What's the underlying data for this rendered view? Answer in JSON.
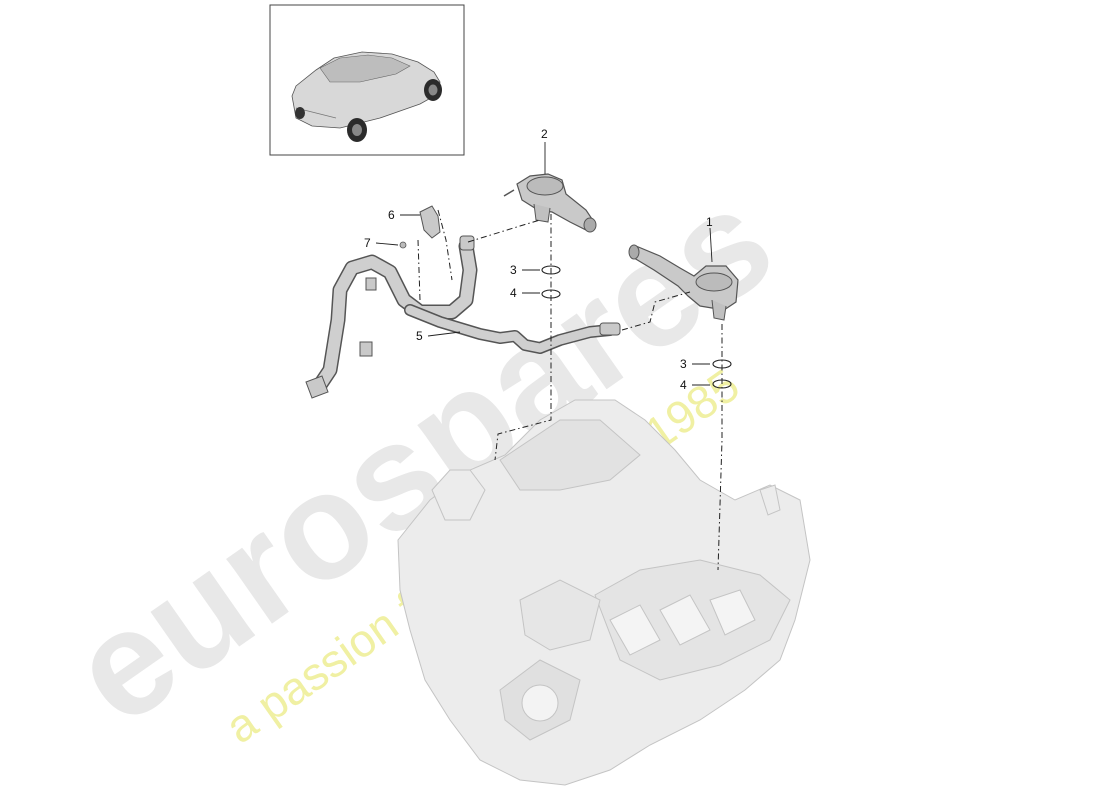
{
  "callouts": [
    {
      "label": "1"
    },
    {
      "label": "2"
    },
    {
      "label": "3"
    },
    {
      "label": "4"
    },
    {
      "label": "5"
    },
    {
      "label": "6"
    },
    {
      "label": "7"
    },
    {
      "label": "3"
    },
    {
      "label": "4"
    }
  ],
  "watermark": {
    "brand": "eurospares",
    "slogan": "a passion for parts since 1985",
    "brand_color": "#e4e4e4",
    "slogan_color": "#efef9a"
  },
  "colors": {
    "engine_fill": "#ececec",
    "engine_stroke": "#c4c4c4",
    "part_fill": "#c9c9c9",
    "part_stroke": "#555555",
    "frame_stroke": "#444444"
  }
}
